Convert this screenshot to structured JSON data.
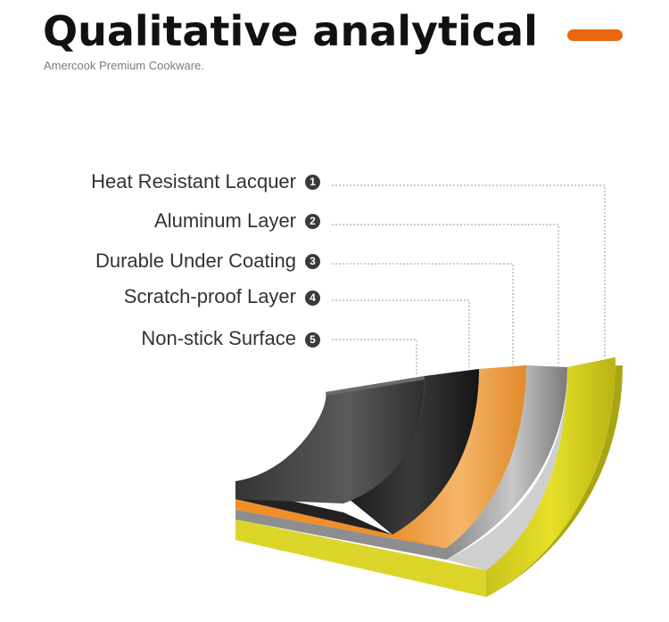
{
  "header": {
    "title": "Qualitative analytical",
    "subtitle": "Amercook Premium Cookware."
  },
  "colors": {
    "accent": "#e8670f",
    "layer_dark": "#3d3d3d",
    "layer_black": "#1e1e1e",
    "layer_orange": "#ee9c3c",
    "layer_silver": "#9a9a9a",
    "layer_yellow": "#d6d11a",
    "leader_line": "#9a9a9a"
  },
  "layers": [
    {
      "label": "Heat Resistant Lacquer",
      "number": "1"
    },
    {
      "label": "Aluminum Layer",
      "number": "2"
    },
    {
      "label": "Durable Under Coating",
      "number": "3"
    },
    {
      "label": "Scratch-proof Layer",
      "number": "4"
    },
    {
      "label": "Non-stick Surface",
      "number": "5"
    }
  ]
}
